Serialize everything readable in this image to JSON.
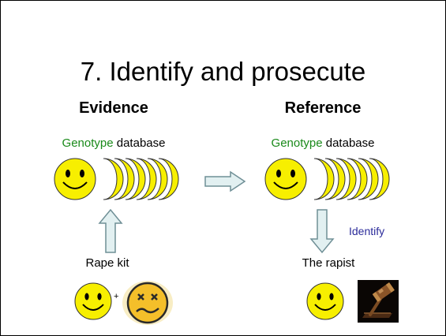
{
  "slide": {
    "title": "7. Identify and prosecute",
    "evidence": {
      "heading": "Evidence",
      "db_genotype": "Genotype",
      "db_rest": " database",
      "bottom_label": "Rape kit",
      "plus": "+"
    },
    "reference": {
      "heading": "Reference",
      "db_genotype": "Genotype",
      "db_rest": " database",
      "identify_label": "Identify",
      "bottom_label": "The rapist"
    }
  },
  "colors": {
    "genotype_text": "#1a8a1a",
    "identify_text": "#2b2b9a",
    "arrow_fill": "#e2f0f1",
    "arrow_stroke": "#6f8f96",
    "smiley": "#f7ef00",
    "sad_face": "#f4bf2a"
  },
  "icons": [
    "smiley-face-icon",
    "crescent-face-stack-icon",
    "dizzy-face-icon",
    "judge-gavel-icon",
    "right-arrow-icon",
    "up-arrow-icon",
    "down-arrow-icon"
  ]
}
